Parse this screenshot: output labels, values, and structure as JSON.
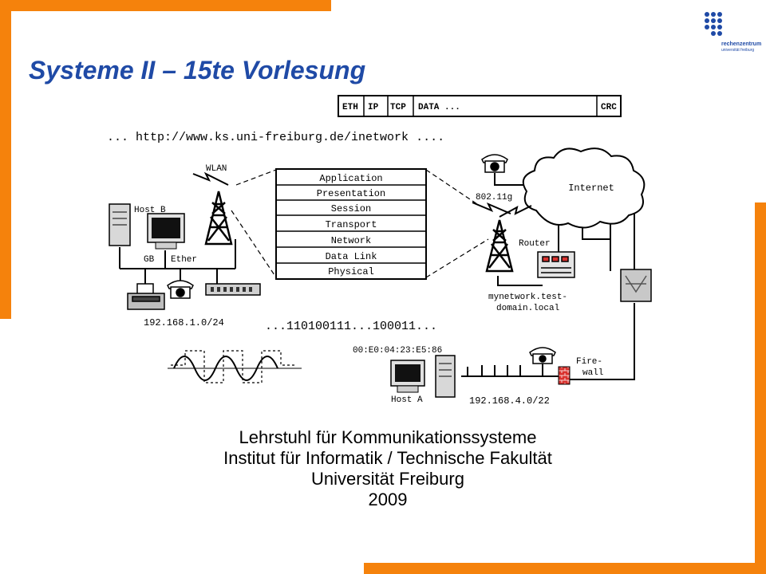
{
  "slide": {
    "title": "Systeme II – 15te Vorlesung",
    "logo": {
      "name": "rechenzentrum",
      "subtitle": "universität freiburg"
    }
  },
  "diagram": {
    "packet_fields": [
      "ETH",
      "IP",
      "TCP",
      "DATA ...",
      "CRC"
    ],
    "url_line": "... http://www.ks.uni-freiburg.de/inetwork ....",
    "osi_layers": [
      "Application",
      "Presentation",
      "Session",
      "Transport",
      "Network",
      "Data Link",
      "Physical"
    ],
    "labels": {
      "wlan": "WLAN",
      "host_b": "Host B",
      "gb": "GB",
      "ether": "Ether",
      "subnet_left": "192.168.1.0/24",
      "bits": "...110100111...100011...",
      "wifi_std": "802.11g",
      "internet": "Internet",
      "router": "Router",
      "domain_1": "mynetwork.test-",
      "domain_2": "domain.local",
      "mac": "00:E0:04:23:E5:86",
      "firewall_1": "Fire-",
      "firewall_2": "wall",
      "host_a": "Host A",
      "subnet_right": "192.168.4.0/22"
    }
  },
  "footer": {
    "line1": "Lehrstuhl für Kommunikationssysteme",
    "line2": "Institut für Informatik / Technische Fakultät",
    "line3": "Universität Freiburg",
    "line4": "2009"
  }
}
